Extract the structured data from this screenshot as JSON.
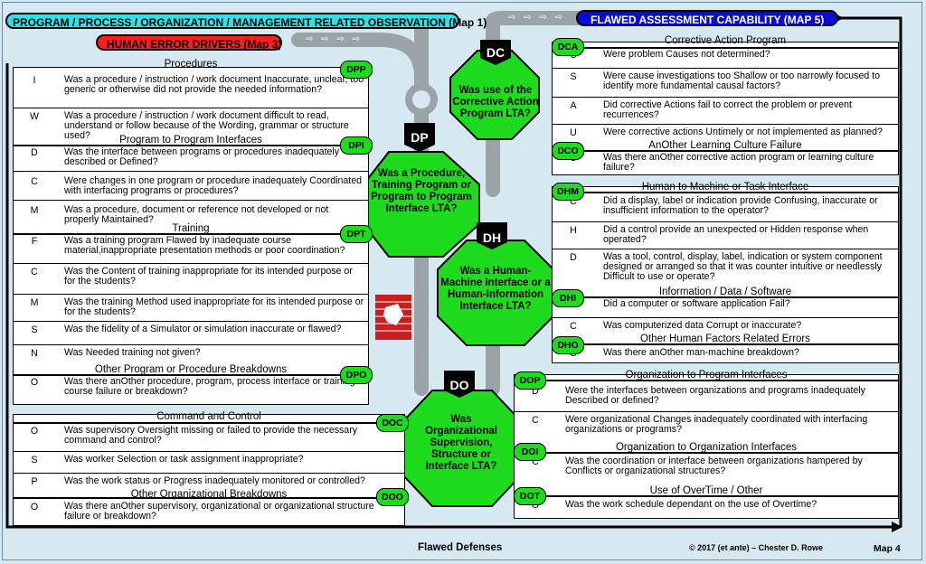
{
  "maps": {
    "program": "PROGRAM / PROCESS / ORGANIZATION / MANAGEMENT RELATED OBSERVATION (Map 1)",
    "human_error": "HUMAN ERROR DRIVERS (Map 3)",
    "flawed_assessment": "FLAWED ASSESSMENT CAPABILITY (MAP 5)"
  },
  "octagons": {
    "dc": {
      "code": "DC",
      "question": "Was use of the Corrective Action Program LTA?"
    },
    "dp": {
      "code": "DP",
      "question": "Was a Procedure, Training Program or Program to Program Interface LTA?"
    },
    "dh": {
      "code": "DH",
      "question": "Was a Human-Machine Interface or a Human-Information Interface LTA?"
    },
    "do": {
      "code": "DO",
      "question": "Was Organizational Supervision, Structure or Interface LTA?"
    }
  },
  "left_panel": {
    "procedures": {
      "header": "Procedures",
      "badge": "DPP",
      "items": [
        {
          "letter": "I",
          "text": "Was a procedure / instruction / work document Inaccurate, unclear, too generic or otherwise did not provide the needed information?"
        },
        {
          "letter": "W",
          "text": "Was a procedure / instruction / work document difficult to read, understand or follow because of the Wording, grammar or structure used?"
        }
      ]
    },
    "p2p": {
      "header": "Program to Program Interfaces",
      "badge": "DPI",
      "items": [
        {
          "letter": "D",
          "text": "Was the interface between programs or procedures inadequately described or Defined?"
        },
        {
          "letter": "C",
          "text": "Were changes in one program or procedure inadequately Coordinated with interfacing programs or procedures?"
        },
        {
          "letter": "M",
          "text": "Was a procedure, document or reference not developed or not properly Maintained?"
        }
      ]
    },
    "training": {
      "header": "Training",
      "badge": "DPT",
      "items": [
        {
          "letter": "F",
          "text": "Was a training program Flawed by inadequate course material,inappropriate presentation methods or poor coordination?"
        },
        {
          "letter": "C",
          "text": "Was the Content of training inappropriate for its intended purpose or for the students?"
        },
        {
          "letter": "M",
          "text": "Was the training Method used inappropriate for its intended purpose or for the students?"
        },
        {
          "letter": "S",
          "text": "Was the fidelity of a Simulator or simulation inaccurate or flawed?"
        },
        {
          "letter": "N",
          "text": "Was Needed training not given?"
        }
      ]
    },
    "other_prog": {
      "header": "Other Program or Procedure Breakdowns",
      "badge": "DPO",
      "items": [
        {
          "letter": "O",
          "text": "Was there anOther procedure, program, process interface or training course failure or breakdown?"
        }
      ]
    },
    "command": {
      "header": "Command and Control",
      "badge": "DOC",
      "items": [
        {
          "letter": "O",
          "text": "Was supervisory Oversight missing or failed to provide the necessary command and control?"
        },
        {
          "letter": "S",
          "text": "Was worker Selection or task assignment inappropriate?"
        },
        {
          "letter": "P",
          "text": "Was the work status or Progress inadequately monitored or controlled?"
        }
      ]
    },
    "other_org": {
      "header": "Other Organizational Breakdowns",
      "badge": "DOO",
      "items": [
        {
          "letter": "O",
          "text": "Was there anOther supervisory, organizational or organizational structure failure or breakdown?"
        }
      ]
    }
  },
  "right_panel": {
    "cap": {
      "header": "Corrective Action Program",
      "badge": "DCA",
      "items": [
        {
          "letter": "C",
          "text": "Were problem Causes not determined?"
        },
        {
          "letter": "S",
          "text": "Were cause investigations too Shallow or too narrowly focused to identify more fundamental causal factors?"
        },
        {
          "letter": "A",
          "text": "Did corrective Actions fail to correct the problem or prevent recurrences?"
        },
        {
          "letter": "U",
          "text": "Were corrective actions Untimely or not implemented as planned?"
        }
      ]
    },
    "culture": {
      "header": "AnOther Learning Culture Failure",
      "badge": "DCO",
      "items": [
        {
          "letter": "O",
          "text": "Was there anOther corrective action program or learning culture failure?"
        }
      ]
    },
    "hmi": {
      "header": "Human to Machine or Task Interface",
      "badge": "DHM",
      "items": [
        {
          "letter": "C",
          "text": "Did a display, label or indication provide Confusing, inaccurate or insufficient information to the operator?"
        },
        {
          "letter": "H",
          "text": "Did a control provide an unexpected or Hidden response when operated?"
        },
        {
          "letter": "D",
          "text": "Was a tool, control, display, label, indication or system component designed or arranged so that it was counter intuitive or needlessly Difficult to use or operate?"
        }
      ]
    },
    "info": {
      "header": "Information / Data / Software",
      "badge": "DHI",
      "items": [
        {
          "letter": "F",
          "text": "Did a computer or software application Fail?"
        },
        {
          "letter": "C",
          "text": "Was computerized data Corrupt or inaccurate?"
        }
      ]
    },
    "other_hf": {
      "header": "Other Human Factors Related Errors",
      "badge": "DHO",
      "items": [
        {
          "letter": "O",
          "text": "Was there anOther man-machine breakdown?"
        }
      ]
    },
    "org_prog": {
      "header": "Organization to Program Interfaces",
      "badge": "DOP",
      "items": [
        {
          "letter": "D",
          "text": "Were the interfaces between organizations and programs inadequately Described or defined?"
        },
        {
          "letter": "C",
          "text": "Were organizational Changes inadequately coordinated with interfacing organizations or programs?"
        }
      ]
    },
    "org_org": {
      "header": "Organization to Organization Interfaces",
      "badge": "DOI",
      "items": [
        {
          "letter": "C",
          "text": "Was the coordination or interface between organizations hampered by Conflicts or organizational structures?"
        }
      ]
    },
    "overtime": {
      "header": "Use of OverTime / Other",
      "badge": "DOT",
      "items": [
        {
          "letter": "O",
          "text": "Was the work schedule dependant on the use of Overtime?"
        }
      ]
    }
  },
  "footer": {
    "title": "Flawed Defenses",
    "copyright": "© 2017 (et ante) – Chester D. Rowe",
    "map": "Map 4"
  },
  "arrow_glyphs": "⇨ ⇨ ⇨ ⇨",
  "colors": {
    "octagon": "#1edb1e",
    "road": "#9aa3a8",
    "map1": "#35dfe8",
    "map3": "#ff1d1d",
    "map5": "#0b0bd6"
  }
}
